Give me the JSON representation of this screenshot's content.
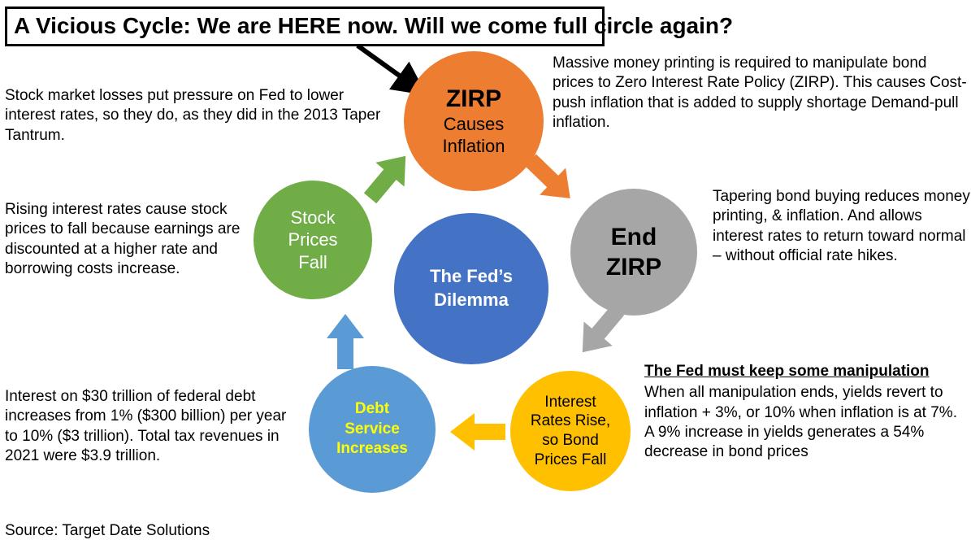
{
  "title": "A Vicious Cycle: We are HERE now. Will we come full circle again?",
  "colors": {
    "zirp_circle": "#ED7D31",
    "end_zirp_circle": "#A6A6A6",
    "interest_circle": "#FFC000",
    "debt_circle": "#5B9BD5",
    "stock_circle": "#70AD47",
    "center_circle": "#4472C4",
    "debt_text": "#FFFF00"
  },
  "nodes": {
    "zirp": {
      "big": "ZIRP",
      "sub": "Causes\nInflation"
    },
    "end_zirp": {
      "text": "End\nZIRP"
    },
    "interest": {
      "text": "Interest\nRates Rise,\nso Bond\nPrices Fall"
    },
    "debt": {
      "text": "Debt\nService\nIncreases"
    },
    "stock": {
      "text": "Stock\nPrices\nFall"
    },
    "center": {
      "text": "The Fed’s\nDilemma"
    }
  },
  "annotations": {
    "stock_market": "Stock market losses put pressure on Fed to lower interest rates, so they do, as they did in the 2013 Taper Tantrum.",
    "rising_rates": "Rising interest rates cause stock prices to fall because earnings are discounted at a higher rate and borrowing costs increase.",
    "debt_interest": "Interest on $30 trillion of federal debt increases from 1% ($300 billion) per year to 10% ($3 trillion). Total tax revenues in 2021 were $3.9 trillion.",
    "money_printing": "Massive money printing is required to manipulate bond prices to Zero Interest Rate Policy (ZIRP). This causes Cost-push inflation that is added to supply shortage Demand-pull inflation.",
    "tapering": "Tapering bond buying reduces money printing, & inflation. And allows interest rates to return toward normal – without official rate hikes.",
    "manipulation_heading": "The Fed must keep some manipulation",
    "manipulation_body": "When all manipulation ends, yields revert to inflation + 3%, or 10% when inflation is at 7%.\nA 9% increase in yields generates a 54% decrease in bond prices"
  },
  "source": "Source: Target Date Solutions"
}
